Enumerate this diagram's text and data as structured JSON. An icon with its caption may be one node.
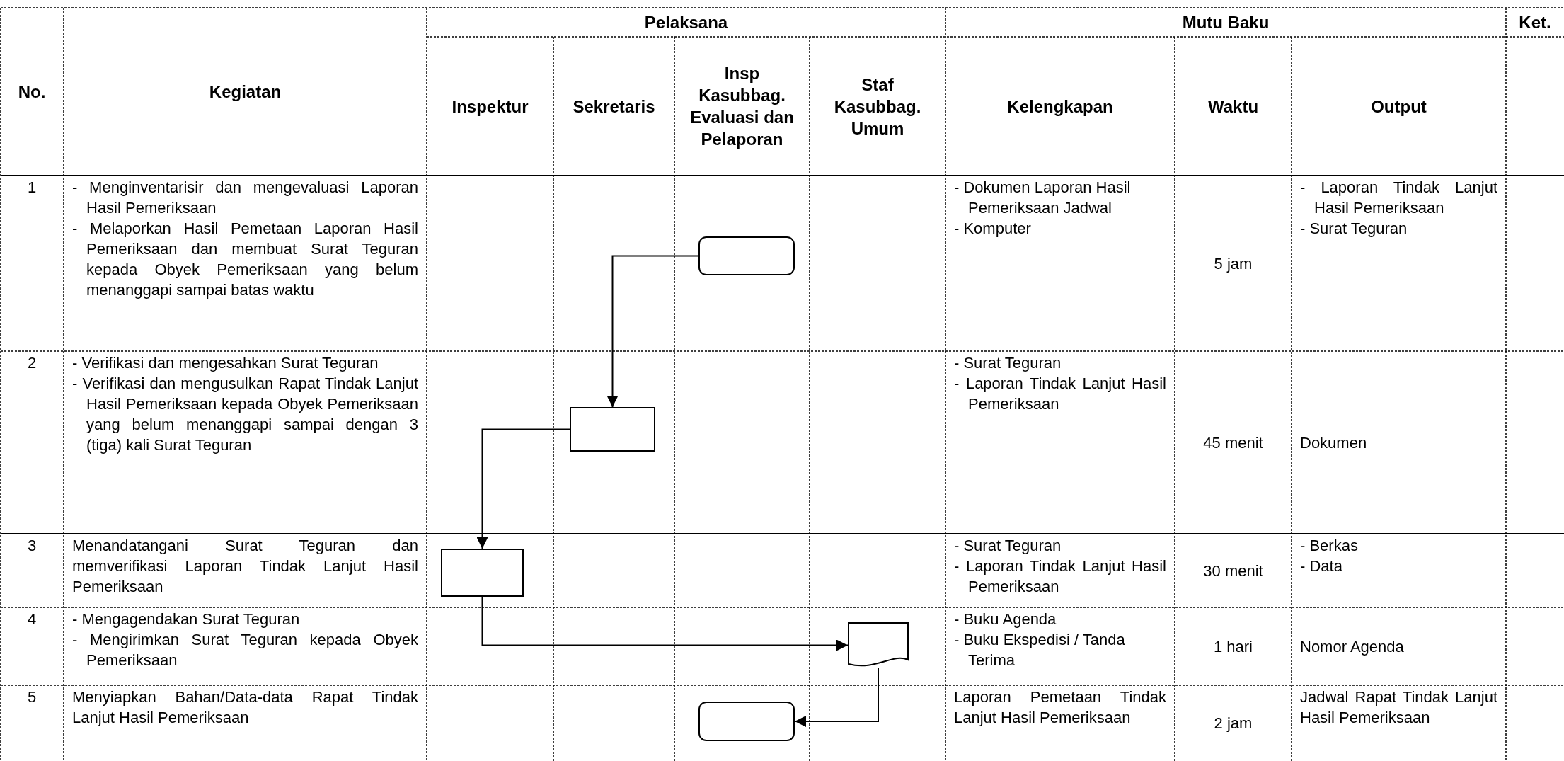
{
  "diagram": {
    "nodes": [
      {
        "text": [],
        "shape": "terminator"
      },
      {
        "text": [],
        "shape": "box"
      },
      {
        "text": [],
        "shape": "box"
      },
      {
        "text": [],
        "shape": "document"
      },
      {
        "text": [],
        "shape": "terminator"
      }
    ],
    "edges": [
      {
        "from": 0,
        "to": 1,
        "arrow": "to"
      },
      {
        "from": 1,
        "to": 2,
        "arrow": "to"
      },
      {
        "from": 2,
        "to": 3,
        "arrow": "to"
      },
      {
        "from": 3,
        "to": 4,
        "arrow": "to"
      }
    ],
    "labels": [
      "No.",
      "Kegiatan",
      "Pelaksana",
      "Mutu Baku",
      "Ket.",
      "Inspektur",
      "Sekretaris",
      "Insp Kasubbag. Evaluasi dan Pelaporan",
      "Staf Kasubbag. Umum",
      "Kelengkapan",
      "Waktu",
      "Output",
      "1",
      "- Menginventarisir dan mengevaluasi Laporan Hasil Pemeriksaan",
      "- Melaporkan Hasil Pemetaan Laporan Hasil Pemeriksaan dan membuat Surat Teguran kepada Obyek Pemeriksaan yang belum menanggapi sampai batas waktu",
      "- Dokumen Laporan Hasil Pemeriksaan Jadwal",
      "- Komputer",
      "5 jam",
      "- Laporan Tindak Lanjut Hasil Pemeriksaan",
      "- Surat Teguran",
      "2",
      "- Verifikasi dan mengesahkan Surat Teguran",
      "- Verifikasi dan mengusulkan Rapat Tindak Lanjut Hasil Pemeriksaan kepada Obyek Pemeriksaan yang belum menanggapi sampai dengan 3 (tiga) kali Surat Teguran",
      "- Surat Teguran",
      "- Laporan Tindak Lanjut Hasil Pemeriksaan",
      "45 menit",
      "Dokumen",
      "3",
      "Menandatangani Surat Teguran dan memverifikasi Laporan Tindak Lanjut Hasil Pemeriksaan",
      "- Surat Teguran",
      "- Laporan Tindak Lanjut Hasil Pemeriksaan",
      "30 menit",
      "- Berkas",
      "- Data",
      "4",
      "- Mengagendakan Surat Teguran",
      "- Mengirimkan Surat Teguran kepada Obyek Pemeriksaan",
      "- Buku Agenda",
      "- Buku Ekspedisi / Tanda Terima",
      "1 hari",
      "Nomor Agenda",
      "5",
      "Menyiapkan Bahan/Data-data Rapat Tindak Lanjut Hasil Pemeriksaan",
      "Laporan Pemetaan Tindak Lanjut Hasil Pemeriksaan",
      "2 jam",
      "Jadwal Rapat Tindak Lanjut Hasil Pemeriksaan"
    ]
  }
}
